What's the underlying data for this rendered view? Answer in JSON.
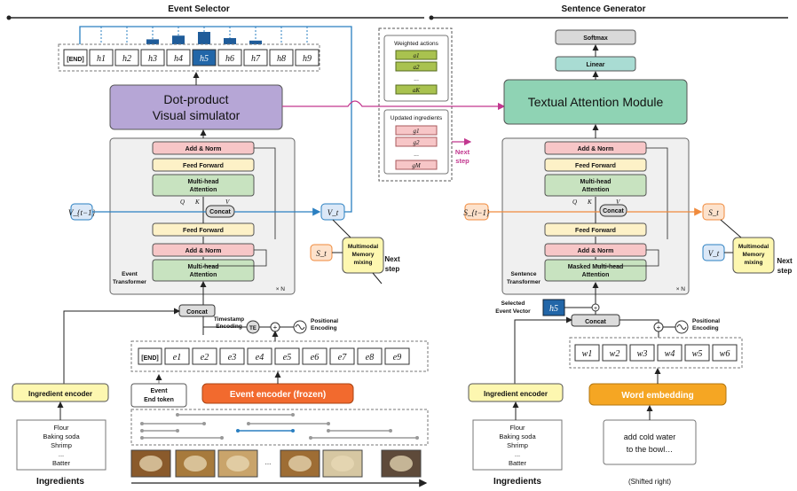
{
  "sections": {
    "left_title": "Event Selector",
    "right_title": "Sentence Generator"
  },
  "selector": {
    "end_token": "[END]",
    "h_tokens": [
      "h1",
      "h2",
      "h3",
      "h4",
      "h5",
      "h6",
      "h7",
      "h8",
      "h9"
    ],
    "selected_h": "h5",
    "score_bars": [
      0.0,
      0.0,
      0.4,
      0.7,
      1.0,
      0.5,
      0.3,
      0.0,
      0.0
    ],
    "dot_product_line1": "Dot-product",
    "dot_product_line2": "Visual simulator",
    "transformer": {
      "add_norm_top": "Add & Norm",
      "feed_forward_top": "Feed Forward",
      "mha_line1": "Multi-head",
      "mha_line2": "Attention",
      "q": "Q",
      "k": "K",
      "v": "V",
      "concat": "Concat",
      "feed_forward_mid": "Feed Forward",
      "add_norm_mid": "Add & Norm",
      "mha2_line1": "Multi-head",
      "mha2_line2": "Attention",
      "caption_line1": "Event",
      "caption_line2": "Transformer",
      "times_n": "× N"
    },
    "v_prev": "V_{t−1}",
    "v_curr": "V_t",
    "s_curr": "S_t",
    "mm_line1": "Multimodal",
    "mm_line2": "Memory",
    "mm_line3": "mixing",
    "next_step_1": "Next",
    "next_step_2": "step",
    "concat_bottom": "Concat",
    "timestamp_line1": "Timestamp",
    "timestamp_line2": "Encoding",
    "te": "TE",
    "positional_line1": "Positional",
    "positional_line2": "Encoding",
    "e_tokens": [
      "e1",
      "e2",
      "e3",
      "e4",
      "e5",
      "e6",
      "e7",
      "e8",
      "e9"
    ],
    "ingredient_encoder": "Ingredient encoder",
    "event_end_line1": "Event",
    "event_end_line2": "End token",
    "event_encoder": "Event encoder (frozen)",
    "ingredients_list": [
      "Flour",
      "Baking soda",
      "Shrimp",
      "...",
      "Batter"
    ],
    "ingredients_label": "Ingredients",
    "ellipsis": "..."
  },
  "memory_panel": {
    "weighted_title": "Weighted actions",
    "weighted_items": [
      "a1",
      "a2",
      "...",
      "aK"
    ],
    "updated_title": "Updated ingredients",
    "updated_items": [
      "g1",
      "g2",
      "...",
      "gM"
    ],
    "next_1": "Next",
    "next_2": "step"
  },
  "generator": {
    "softmax": "Softmax",
    "linear": "Linear",
    "textual_attention": "Textual Attention Module",
    "add_norm_top": "Add & Norm",
    "feed_forward_top": "Feed Forward",
    "mha_line1": "Multi-head",
    "mha_line2": "Attention",
    "q": "Q",
    "k": "K",
    "v": "V",
    "concat": "Concat",
    "feed_forward_mid": "Feed Forward",
    "add_norm_mid": "Add & Norm",
    "masked_line1": "Masked Multi-head",
    "masked_line2": "Attention",
    "caption_line1": "Sentence",
    "caption_line2": "Transformer",
    "times_n": "× N",
    "s_prev": "S_{t−1}",
    "s_curr": "S_t",
    "v_curr": "V_t",
    "mm_line1": "Multimodal",
    "mm_line2": "Memory",
    "mm_line3": "mixing",
    "next_step_1": "Next",
    "next_step_2": "step",
    "selected_line1": "Selected",
    "selected_line2": "Event Vector",
    "selected_token": "h5",
    "concat_bottom": "Concat",
    "positional_line1": "Positional",
    "positional_line2": "Encoding",
    "w_tokens": [
      "w1",
      "w2",
      "w3",
      "w4",
      "w5",
      "w6"
    ],
    "ingredient_encoder": "Ingredient encoder",
    "word_embedding": "Word embedding",
    "ingredients_list": [
      "Flour",
      "Baking soda",
      "Shrimp",
      "...",
      "Batter"
    ],
    "ingredients_label": "Ingredients",
    "sentence_line1": "add cold water",
    "sentence_line2": "to the bowl…",
    "shifted": "(Shifted right)"
  },
  "colors": {
    "purple": "#b6a6d6",
    "green": "#8fd3b4",
    "orange": "#f26a2e",
    "yellow": "#fdf7b0",
    "pink": "#f7c6c7",
    "blue_token": "#2266a8",
    "light_green": "#c8e3c0",
    "olive": "#a9c24f",
    "flow_blue": "#2a7fc1",
    "flow_orange": "#f08a3c",
    "magenta": "#c2378f"
  }
}
